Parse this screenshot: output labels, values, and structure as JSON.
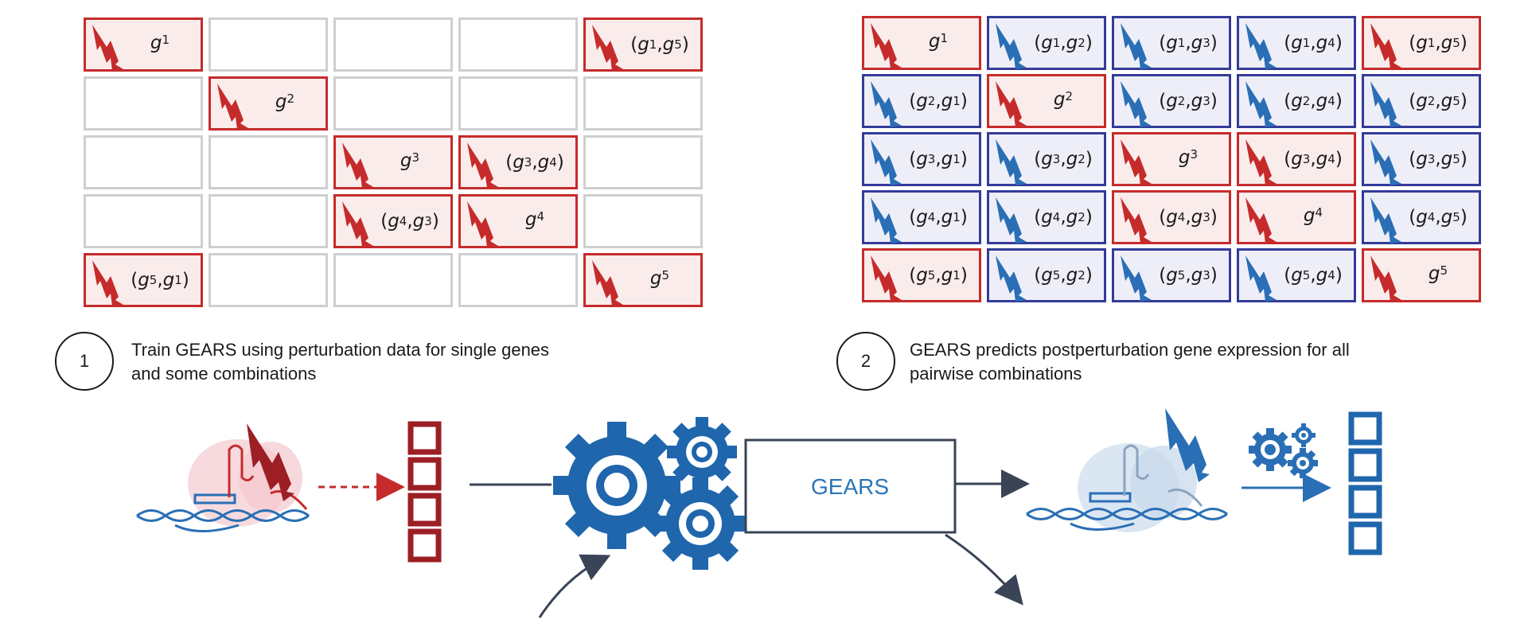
{
  "colors": {
    "red": "#c62b2b",
    "blue": "#2a6fb5",
    "navy": "#343b99",
    "dark": "#1a1a1a"
  },
  "grid1": {
    "cells": [
      {
        "r": 0,
        "c": 0,
        "type": "red",
        "a": "1",
        "b": ""
      },
      {
        "r": 0,
        "c": 4,
        "type": "red",
        "a": "1",
        "b": "5"
      },
      {
        "r": 1,
        "c": 1,
        "type": "red",
        "a": "2",
        "b": ""
      },
      {
        "r": 2,
        "c": 2,
        "type": "red",
        "a": "3",
        "b": ""
      },
      {
        "r": 2,
        "c": 3,
        "type": "red",
        "a": "3",
        "b": "4"
      },
      {
        "r": 3,
        "c": 2,
        "type": "red",
        "a": "4",
        "b": "3"
      },
      {
        "r": 3,
        "c": 3,
        "type": "red",
        "a": "4",
        "b": ""
      },
      {
        "r": 4,
        "c": 0,
        "type": "red",
        "a": "5",
        "b": "1"
      },
      {
        "r": 4,
        "c": 4,
        "type": "red",
        "a": "5",
        "b": ""
      }
    ]
  },
  "grid2": {
    "cells": [
      {
        "r": 0,
        "c": 0,
        "type": "red",
        "a": "1",
        "b": ""
      },
      {
        "r": 0,
        "c": 1,
        "type": "blue",
        "a": "1",
        "b": "2"
      },
      {
        "r": 0,
        "c": 2,
        "type": "blue",
        "a": "1",
        "b": "3"
      },
      {
        "r": 0,
        "c": 3,
        "type": "blue",
        "a": "1",
        "b": "4"
      },
      {
        "r": 0,
        "c": 4,
        "type": "red",
        "a": "1",
        "b": "5"
      },
      {
        "r": 1,
        "c": 0,
        "type": "blue",
        "a": "2",
        "b": "1"
      },
      {
        "r": 1,
        "c": 1,
        "type": "red",
        "a": "2",
        "b": ""
      },
      {
        "r": 1,
        "c": 2,
        "type": "blue",
        "a": "2",
        "b": "3"
      },
      {
        "r": 1,
        "c": 3,
        "type": "blue",
        "a": "2",
        "b": "4"
      },
      {
        "r": 1,
        "c": 4,
        "type": "blue",
        "a": "2",
        "b": "5"
      },
      {
        "r": 2,
        "c": 0,
        "type": "blue",
        "a": "3",
        "b": "1"
      },
      {
        "r": 2,
        "c": 1,
        "type": "blue",
        "a": "3",
        "b": "2"
      },
      {
        "r": 2,
        "c": 2,
        "type": "red",
        "a": "3",
        "b": ""
      },
      {
        "r": 2,
        "c": 3,
        "type": "red",
        "a": "3",
        "b": "4"
      },
      {
        "r": 2,
        "c": 4,
        "type": "blue",
        "a": "3",
        "b": "5"
      },
      {
        "r": 3,
        "c": 0,
        "type": "blue",
        "a": "4",
        "b": "1"
      },
      {
        "r": 3,
        "c": 1,
        "type": "blue",
        "a": "4",
        "b": "2"
      },
      {
        "r": 3,
        "c": 2,
        "type": "red",
        "a": "4",
        "b": "3"
      },
      {
        "r": 3,
        "c": 3,
        "type": "red",
        "a": "4",
        "b": ""
      },
      {
        "r": 3,
        "c": 4,
        "type": "blue",
        "a": "4",
        "b": "5"
      },
      {
        "r": 4,
        "c": 0,
        "type": "red",
        "a": "5",
        "b": "1"
      },
      {
        "r": 4,
        "c": 1,
        "type": "blue",
        "a": "5",
        "b": "2"
      },
      {
        "r": 4,
        "c": 2,
        "type": "blue",
        "a": "5",
        "b": "3"
      },
      {
        "r": 4,
        "c": 3,
        "type": "blue",
        "a": "5",
        "b": "4"
      },
      {
        "r": 4,
        "c": 4,
        "type": "red",
        "a": "5",
        "b": ""
      }
    ]
  },
  "steps": [
    {
      "number": "1",
      "text": "Train GEARS using perturbation data for single genes and some combinations"
    },
    {
      "number": "2",
      "text": "GEARS predicts postperturbation gene expression for all pairwise combinations"
    }
  ],
  "model": {
    "label": "GEARS"
  },
  "icons": [
    "lightning-bolt-icon",
    "gears-icon",
    "dna-crispr-icon",
    "expression-vector-icon"
  ]
}
